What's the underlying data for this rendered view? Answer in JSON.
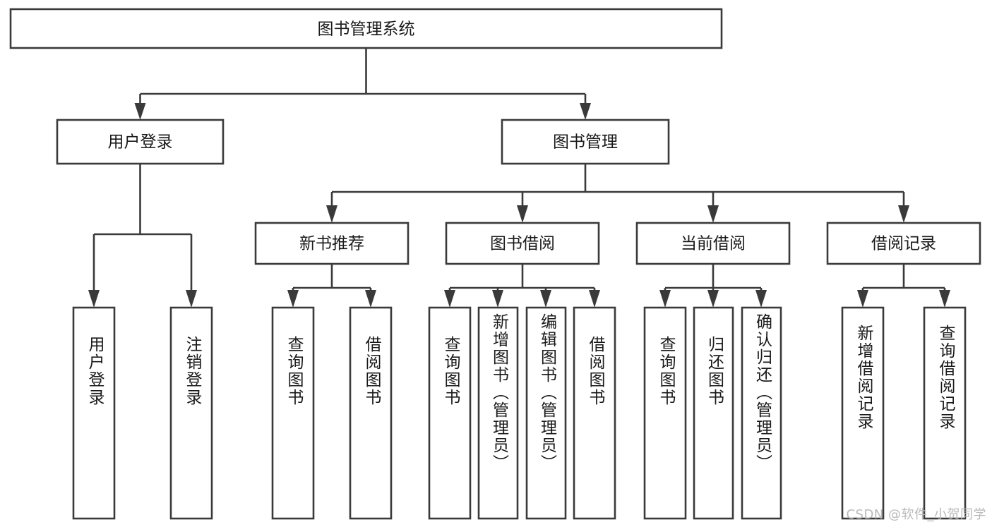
{
  "diagram": {
    "type": "tree-hierarchy-chart",
    "title": "图书管理系统",
    "root": {
      "label": "图书管理系统"
    },
    "level2": [
      {
        "label": "用户登录"
      },
      {
        "label": "图书管理"
      }
    ],
    "level3": [
      {
        "label": "新书推荐"
      },
      {
        "label": "图书借阅"
      },
      {
        "label": "当前借阅"
      },
      {
        "label": "借阅记录"
      }
    ],
    "leaves": {
      "user_login": [
        {
          "label": "用户登录"
        },
        {
          "label": "注销登录"
        }
      ],
      "new_book_recommend": [
        {
          "label": "查询图书"
        },
        {
          "label": "借阅图书"
        }
      ],
      "book_borrow": [
        {
          "label": "查询图书"
        },
        {
          "label": "新增图书（管理员）"
        },
        {
          "label": "编辑图书（管理员）"
        },
        {
          "label": "借阅图书"
        }
      ],
      "current_borrow": [
        {
          "label": "查询图书"
        },
        {
          "label": "归还图书"
        },
        {
          "label": "确认归还（管理员）"
        }
      ],
      "borrow_record": [
        {
          "label": "新增借阅记录"
        },
        {
          "label": "查询借阅记录"
        }
      ]
    },
    "watermark": "CSDN @软件_小贺同学",
    "colors": {
      "box_stroke": "#3a3a3a",
      "box_fill": "#ffffff",
      "text": "#1a1a1a",
      "watermark": "#b9b9b9",
      "background": "#ffffff"
    }
  }
}
